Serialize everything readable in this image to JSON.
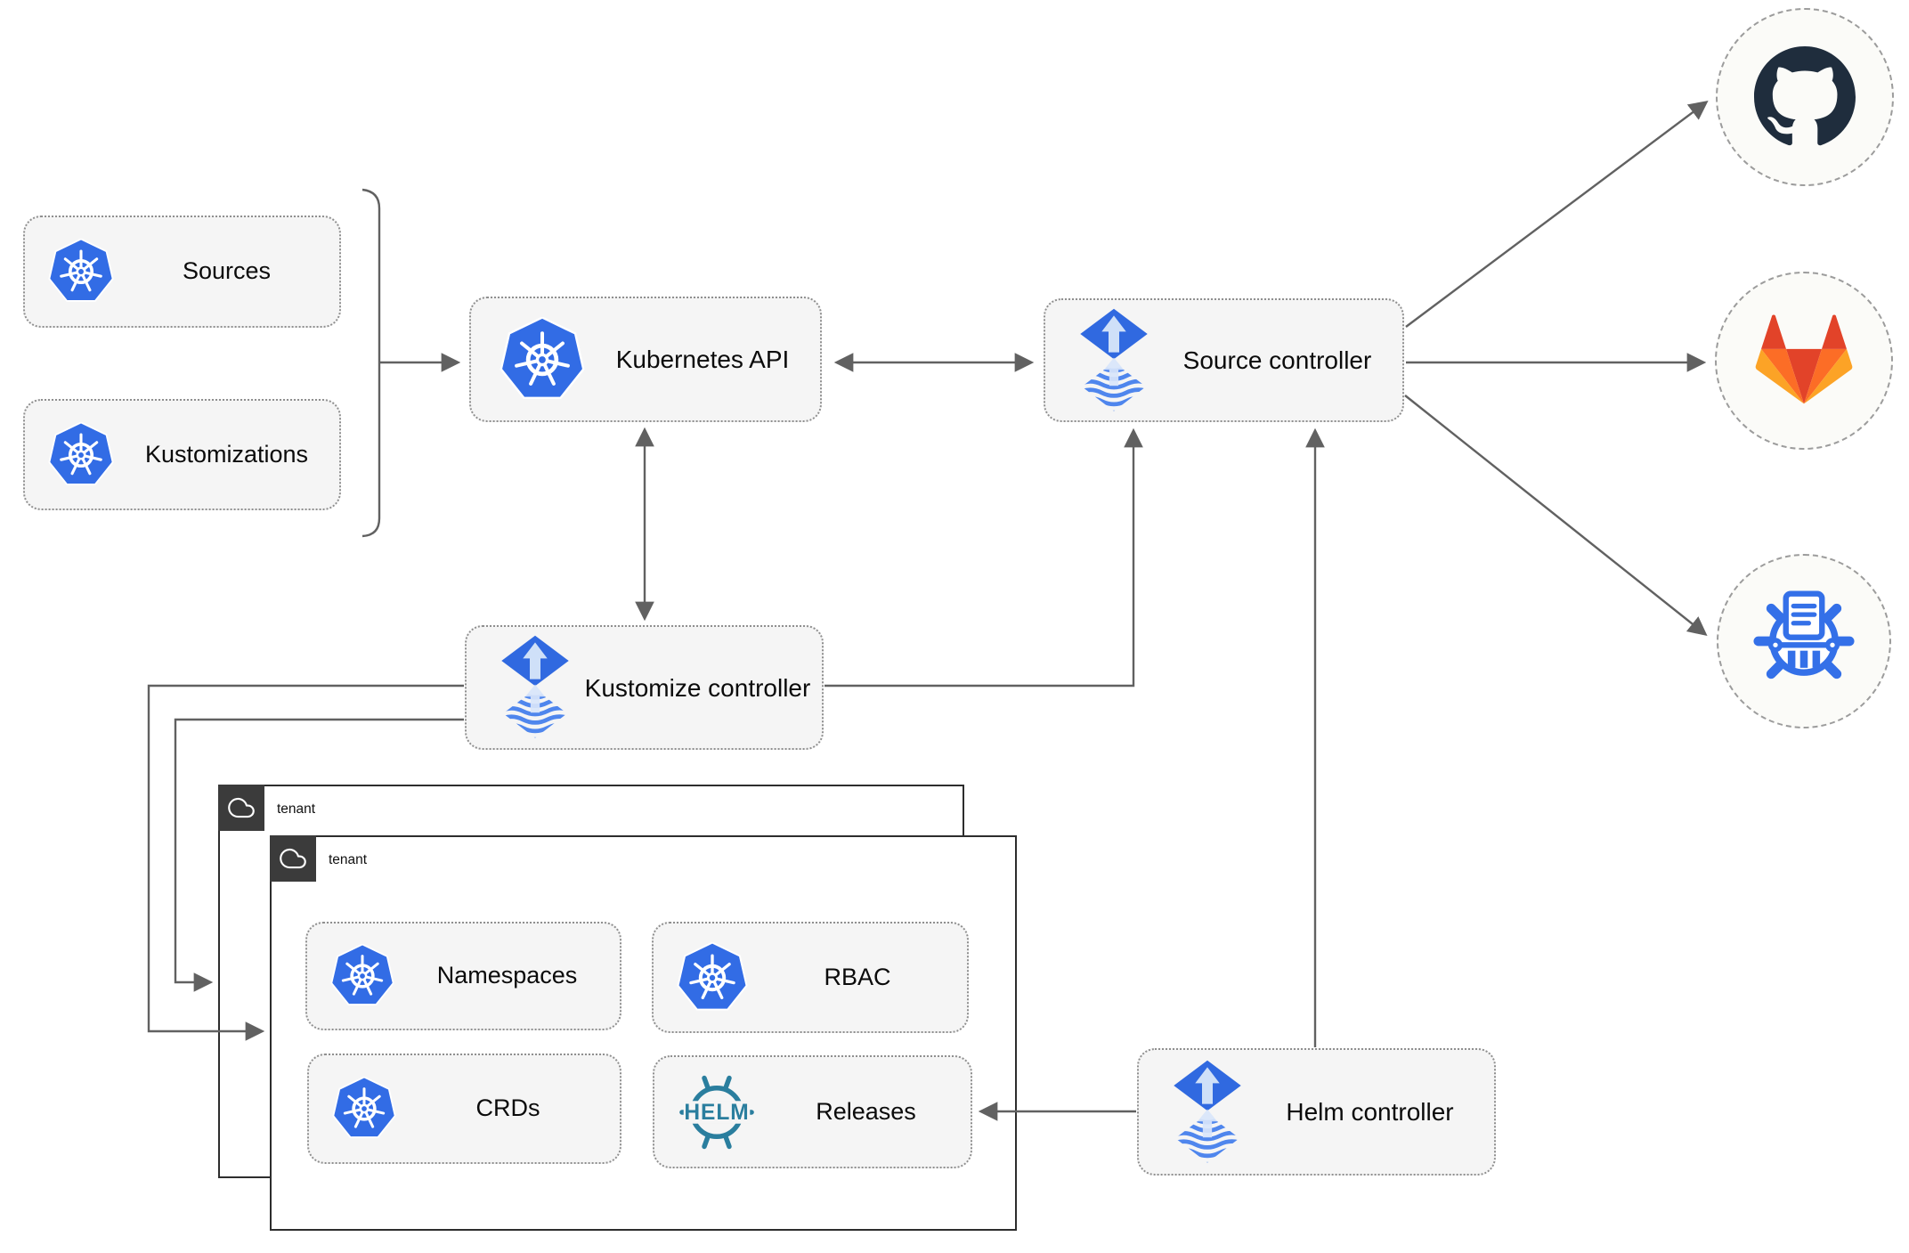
{
  "nodes": {
    "sources": "Sources",
    "kustomizations": "Kustomizations",
    "kubernetes_api": "Kubernetes API",
    "source_controller": "Source controller",
    "kustomize_controller": "Kustomize controller",
    "helm_controller": "Helm controller",
    "tenant_outer": "tenant",
    "tenant_inner": "tenant",
    "namespaces": "Namespaces",
    "rbac": "RBAC",
    "crds": "CRDs",
    "releases": "Releases"
  },
  "icons": {
    "kubernetes": "kubernetes-wheel",
    "flux": "flux-diamond-up-arrow",
    "helm": "helm-ship-wheel",
    "helm_text": "HELM",
    "github": "github-octocat-mark",
    "gitlab": "gitlab-tanuki-fox",
    "chartmuseum": "chartmuseum-wheel-document",
    "cloud": "cloud-outline"
  },
  "edges": [
    {
      "from": "sources+kustomizations",
      "to": "kubernetes_api",
      "type": "arrow"
    },
    {
      "from": "kubernetes_api",
      "to": "source_controller",
      "type": "double-arrow"
    },
    {
      "from": "kubernetes_api",
      "to": "kustomize_controller",
      "type": "double-arrow"
    },
    {
      "from": "kustomize_controller",
      "to": "source_controller",
      "type": "arrow"
    },
    {
      "from": "helm_controller",
      "to": "source_controller",
      "type": "arrow"
    },
    {
      "from": "kustomize_controller",
      "to": "tenant_inner",
      "type": "arrow"
    },
    {
      "from": "kustomize_controller",
      "to": "tenant_outer",
      "type": "arrow"
    },
    {
      "from": "helm_controller",
      "to": "releases",
      "type": "arrow"
    },
    {
      "from": "source_controller",
      "to": "github",
      "type": "arrow"
    },
    {
      "from": "source_controller",
      "to": "gitlab",
      "type": "arrow"
    },
    {
      "from": "source_controller",
      "to": "chartmuseum",
      "type": "arrow"
    }
  ],
  "colors": {
    "kubernetes_blue": "#326CE5",
    "flux_blue": "#3069E0",
    "flux_light": "#CFE0F8",
    "flux_wave": "#4F86ED",
    "helm_teal": "#2A7E9E",
    "chartmuseum_blue": "#3470E8",
    "github_dark": "#1F2D3D",
    "gitlab_red_orange": "#E24329",
    "gitlab_orange": "#FC6D26",
    "gitlab_light_orange": "#FCA326",
    "connector_gray": "#616161",
    "node_fill": "#F5F5F5",
    "node_border": "#8F8F8F",
    "tenant_border": "#2D2D2D",
    "tenant_badge_bg": "#3B3B3B"
  }
}
